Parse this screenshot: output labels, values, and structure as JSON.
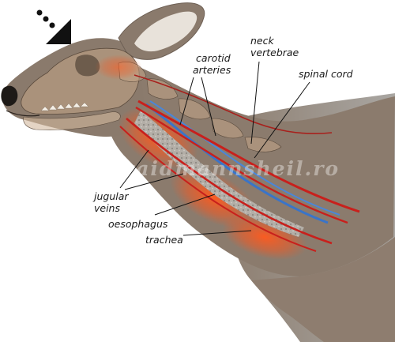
{
  "labels": {
    "carotid_line1": "carotid",
    "carotid_line2": "arteries",
    "neck_line1": "neck",
    "neck_line2": "vertebrae",
    "spinal_cord": "spinal cord",
    "jugular_line1": "jugular",
    "jugular_line2": "veins",
    "oesophagus": "oesophagus",
    "trachea": "trachea"
  },
  "watermark": "www.waidmannsheil.ro",
  "colors": {
    "fur": "#8b7b6d",
    "fur_dark": "#6e6055",
    "body_shade": "#9a9590",
    "skull": "#c4a688",
    "artery": "#c8201c",
    "vein": "#3a74c8",
    "trachea": "#b0aba4",
    "glow": "#f05a24",
    "arrow": "#111111"
  },
  "icons": {
    "direction_arrow": "arrow-down-right-icon"
  }
}
